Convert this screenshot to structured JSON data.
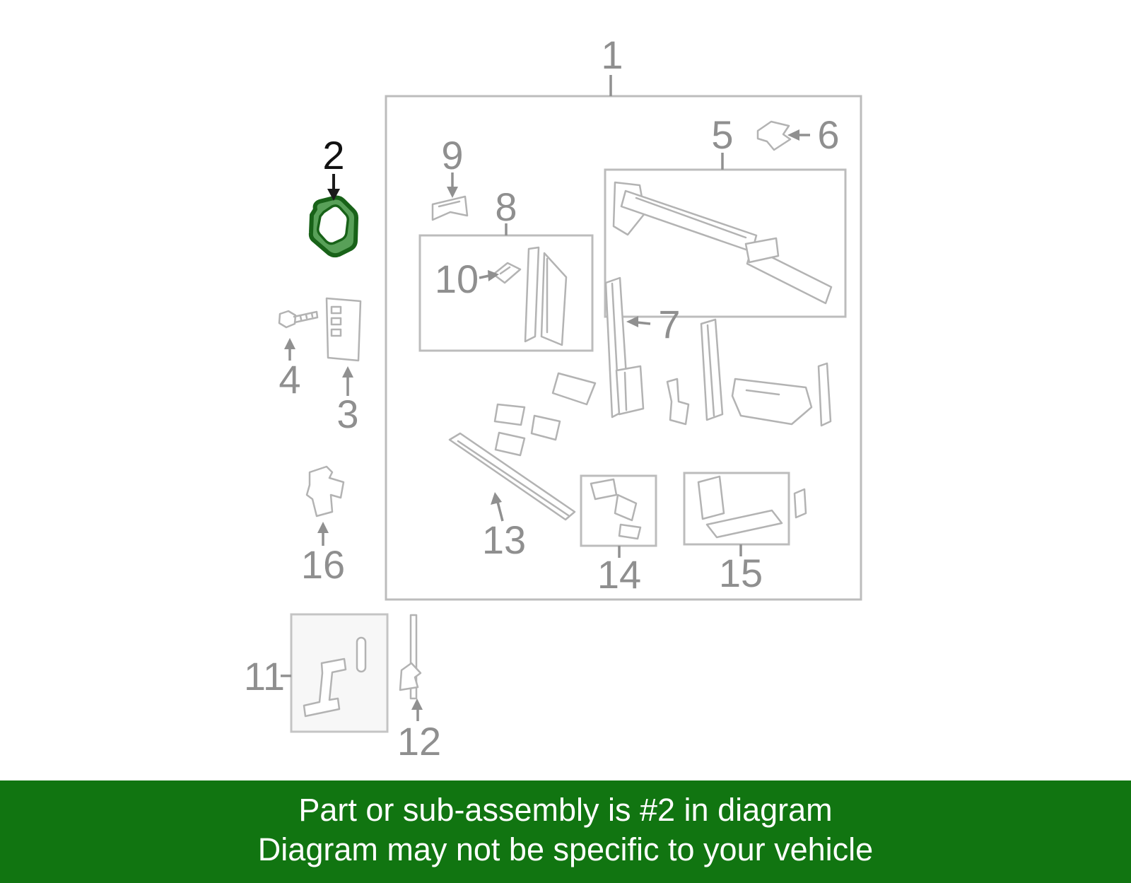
{
  "diagram": {
    "title": "front structure parts diagram",
    "highlighted_part": "2",
    "callouts": [
      {
        "label": "1"
      },
      {
        "label": "2"
      },
      {
        "label": "3"
      },
      {
        "label": "4"
      },
      {
        "label": "5"
      },
      {
        "label": "6"
      },
      {
        "label": "7"
      },
      {
        "label": "8"
      },
      {
        "label": "9"
      },
      {
        "label": "10"
      },
      {
        "label": "11"
      },
      {
        "label": "12"
      },
      {
        "label": "13"
      },
      {
        "label": "14"
      },
      {
        "label": "15"
      },
      {
        "label": "16"
      }
    ],
    "colors": {
      "line_art": "#b3b3b3",
      "label_default": "#8f8f8f",
      "label_highlight": "#111111",
      "highlight_fill": "#58a058",
      "highlight_stroke": "#186218"
    }
  },
  "banner": {
    "line1": "Part or sub-assembly is #2 in diagram",
    "line2": "Diagram may not be specific to your vehicle",
    "background": "#117511",
    "text_color": "#ffffff"
  }
}
